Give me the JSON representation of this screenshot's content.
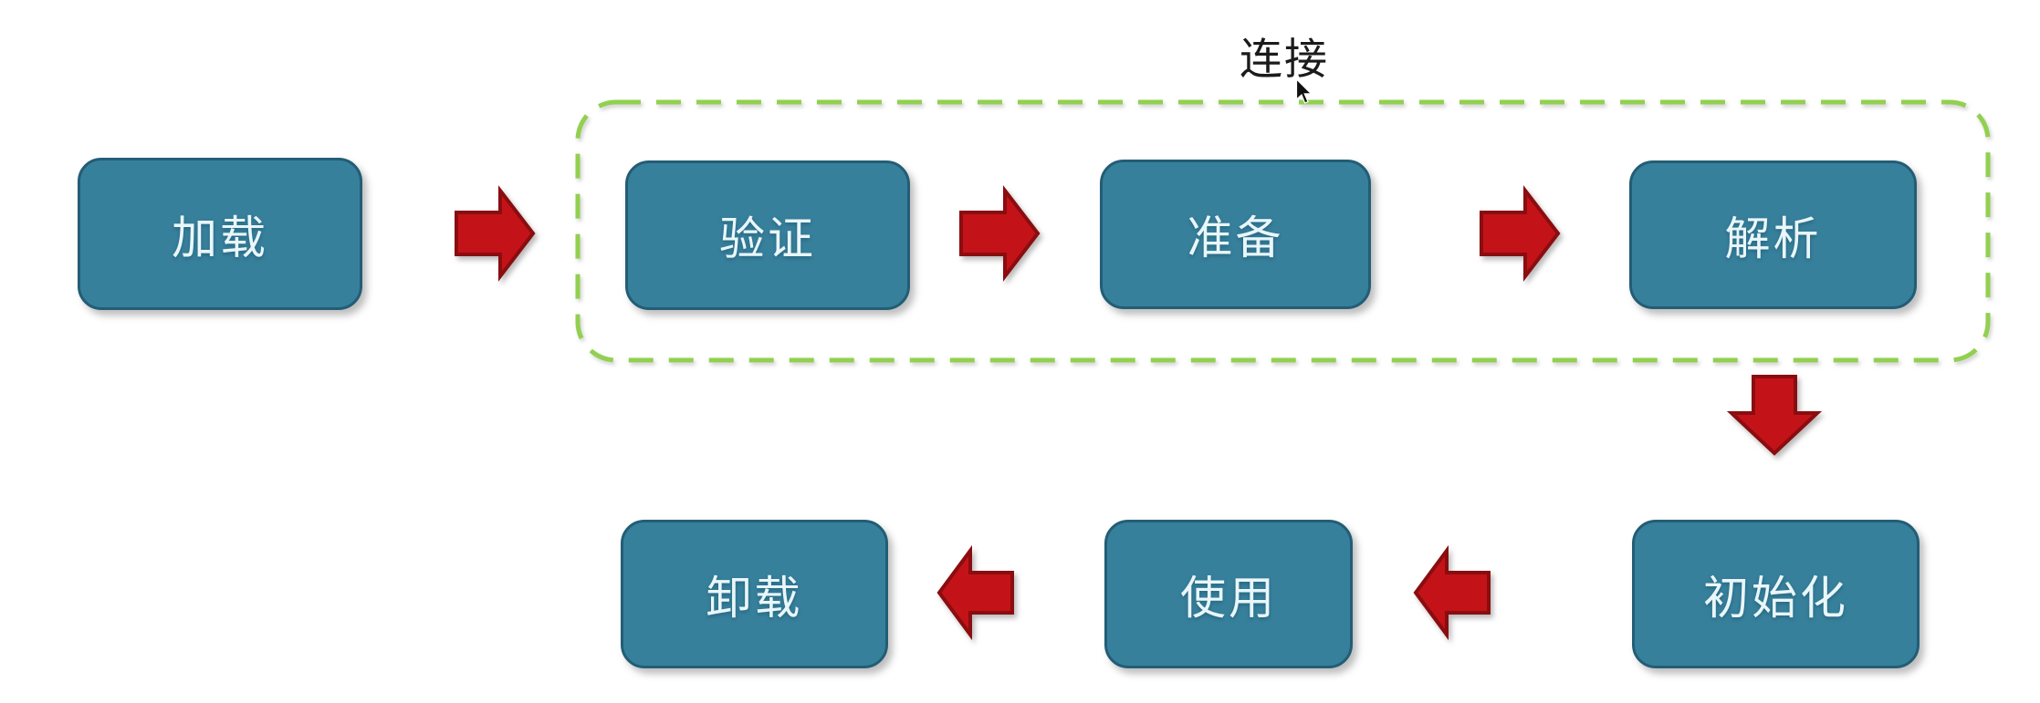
{
  "diagram": {
    "background": "#ffffff",
    "colors": {
      "background": "#ffffff",
      "box_fill": "#37809c",
      "box_border": "#235d75",
      "box_text": "#e9f6fa",
      "arrow_fill": "#c41318",
      "arrow_border": "#8a0d10",
      "dashed_border": "#92d050",
      "label_text": "#1b1b1b"
    },
    "nodes": [
      {
        "id": "load",
        "label": "加载"
      },
      {
        "id": "verify",
        "label": "验证"
      },
      {
        "id": "prepare",
        "label": "准备"
      },
      {
        "id": "resolve",
        "label": "解析"
      },
      {
        "id": "initialize",
        "label": "初始化"
      },
      {
        "id": "use",
        "label": "使用"
      },
      {
        "id": "unload",
        "label": "卸载"
      }
    ],
    "edges": [
      {
        "from": "load",
        "to": "verify",
        "direction": "right"
      },
      {
        "from": "verify",
        "to": "prepare",
        "direction": "right"
      },
      {
        "from": "prepare",
        "to": "resolve",
        "direction": "right"
      },
      {
        "from": "resolve",
        "to": "initialize",
        "direction": "down"
      },
      {
        "from": "initialize",
        "to": "use",
        "direction": "left"
      },
      {
        "from": "use",
        "to": "unload",
        "direction": "left"
      }
    ],
    "linking_group": {
      "label": "连接",
      "members": [
        "verify",
        "prepare",
        "resolve"
      ]
    },
    "cursor": {
      "shape": "arrow"
    }
  }
}
